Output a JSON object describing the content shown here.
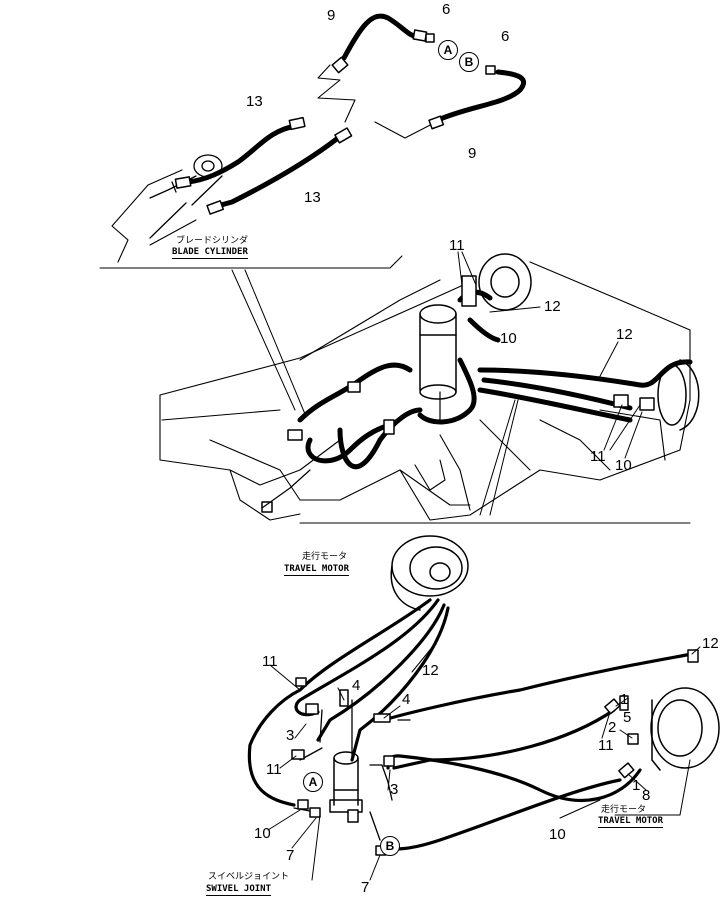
{
  "top_view": {
    "labels": {
      "p9a": "9",
      "p9b": "9",
      "p6a": "6",
      "p6b": "6",
      "p13a": "13",
      "p13b": "13"
    },
    "circles": {
      "a": "A",
      "b": "B"
    },
    "blade_cylinder": {
      "jp": "ブレードシリンダ",
      "en": "BLADE CYLINDER"
    }
  },
  "middle_view": {
    "labels": {
      "p11a": "11",
      "p12a": "12",
      "p10a": "10",
      "p12b": "12",
      "p11b": "11",
      "p10b": "10"
    }
  },
  "bottom_view": {
    "labels": {
      "p11a": "11",
      "p12a": "12",
      "p4a": "4",
      "p4b": "4",
      "p3a": "3",
      "p11b": "11",
      "p3b": "3",
      "p10a": "10",
      "p7a": "7",
      "p7b": "7",
      "p12b": "12",
      "p1": "1",
      "p5": "5",
      "p2": "2",
      "p11c": "11",
      "p1b": "1",
      "p8": "8",
      "p10b": "10"
    },
    "circles": {
      "a": "A",
      "b": "B"
    },
    "travel_motor_top": {
      "jp": "走行モータ",
      "en": "TRAVEL MOTOR"
    },
    "travel_motor_right": {
      "jp": "走行モータ",
      "en": "TRAVEL MOTOR"
    },
    "swivel_joint": {
      "jp": "スイベルジョイント",
      "en": "SWIVEL JOINT"
    }
  }
}
